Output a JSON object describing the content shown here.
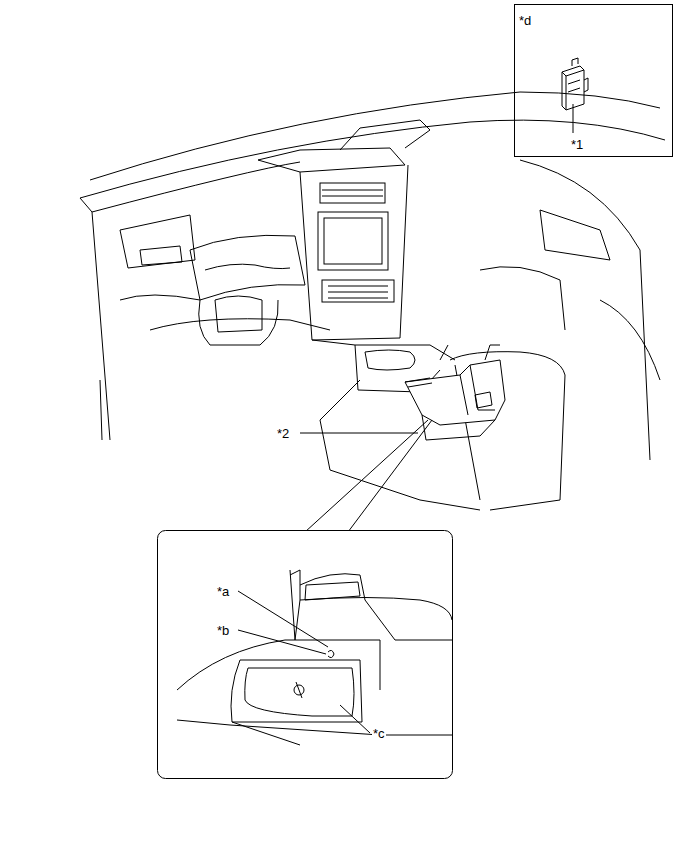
{
  "diagram": {
    "labels": [
      "*d",
      "*1",
      "*2",
      "*a",
      "*b",
      "*c"
    ]
  }
}
